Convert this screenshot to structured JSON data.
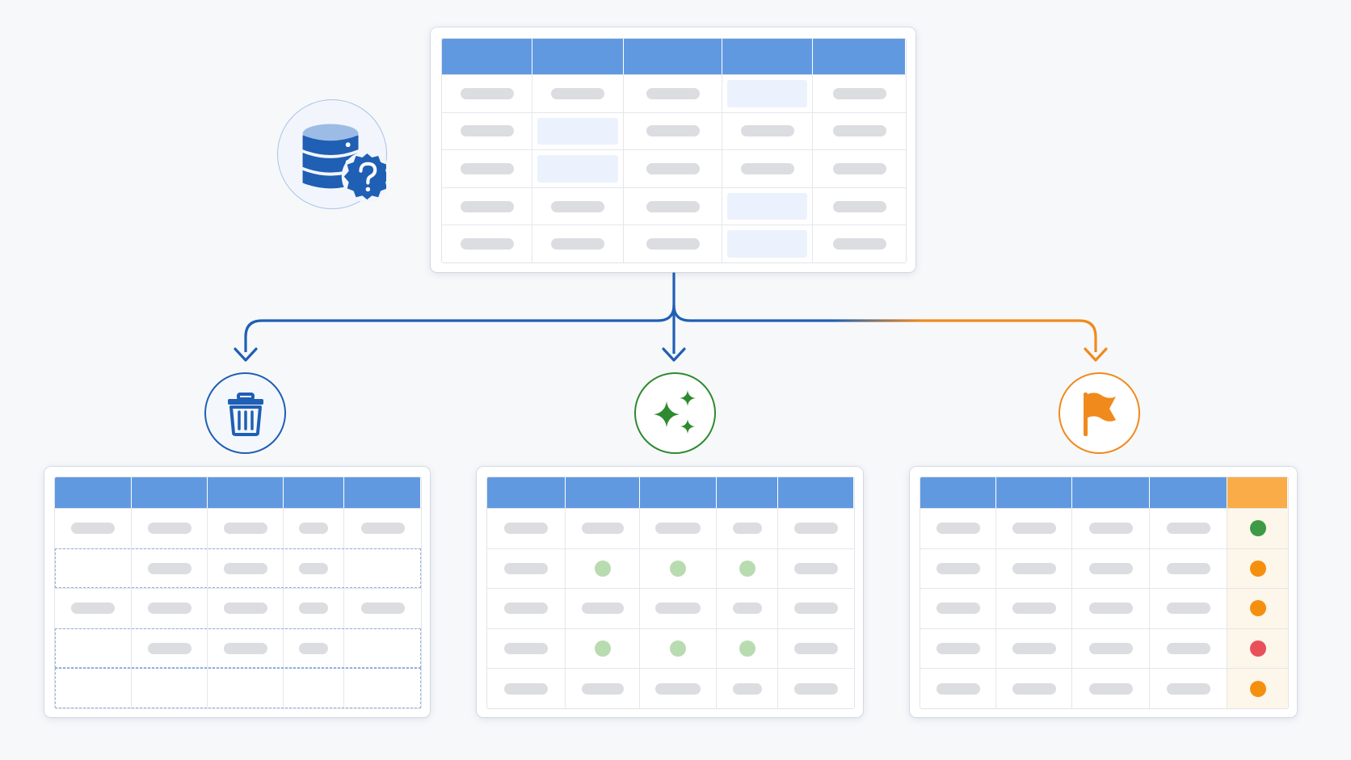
{
  "colors": {
    "header_blue": "#6199e0",
    "header_orange": "#f9ac48",
    "connector_blue": "#1f5fb4",
    "connector_orange": "#f08a1c",
    "fill_green": "#b8dcb0",
    "status_green": "#3d9a45",
    "status_orange": "#f5900f",
    "status_red": "#e8505a",
    "delete_icon_blue": "#1f5fb4",
    "impute_icon_green": "#2f8a2f",
    "flag_icon_orange": "#f08a1c"
  },
  "icons": {
    "source": "database-question-icon",
    "delete": "trash-icon",
    "impute": "sparkles-icon",
    "flag": "flag-icon"
  },
  "source_table": {
    "columns": 5,
    "rows": 5,
    "missing_cells": [
      [
        0,
        3
      ],
      [
        1,
        1
      ],
      [
        2,
        1
      ],
      [
        3,
        3
      ],
      [
        4,
        3
      ]
    ]
  },
  "branches": [
    {
      "name": "delete",
      "columns": 5,
      "rows": 5,
      "deleted_rows": [
        1,
        3,
        4
      ],
      "empty_cells": [
        [
          1,
          0
        ],
        [
          1,
          4
        ],
        [
          3,
          0
        ],
        [
          3,
          4
        ],
        [
          4,
          0
        ],
        [
          4,
          1
        ],
        [
          4,
          2
        ],
        [
          4,
          3
        ],
        [
          4,
          4
        ]
      ]
    },
    {
      "name": "impute",
      "columns": 5,
      "rows": 5,
      "imputed_cells": [
        [
          1,
          1
        ],
        [
          1,
          2
        ],
        [
          1,
          3
        ],
        [
          3,
          1
        ],
        [
          3,
          2
        ],
        [
          3,
          3
        ]
      ]
    },
    {
      "name": "flag",
      "columns": 5,
      "rows": 5,
      "status_column": [
        "green",
        "orange",
        "orange",
        "red",
        "orange"
      ]
    }
  ]
}
